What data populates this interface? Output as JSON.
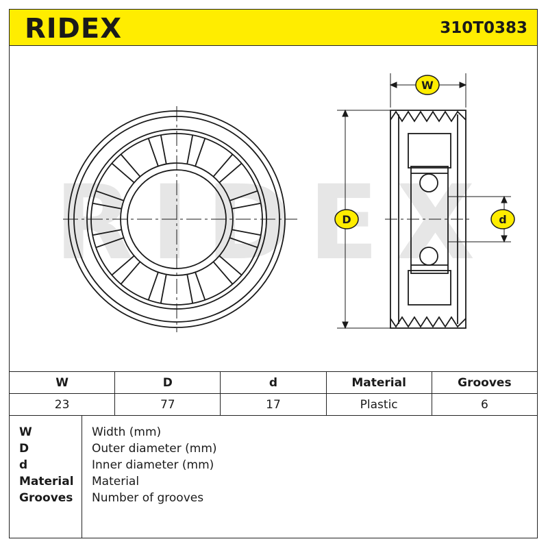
{
  "header": {
    "brand": "RIDEX",
    "part_number": "310T0383",
    "background_color": "#ffed00"
  },
  "drawing": {
    "watermark": "RIDEX",
    "labels": {
      "width": "W",
      "outer_diameter": "D",
      "inner_diameter": "d"
    }
  },
  "specs": {
    "headers": [
      "W",
      "D",
      "d",
      "Material",
      "Grooves"
    ],
    "values": [
      "23",
      "77",
      "17",
      "Plastic",
      "6"
    ]
  },
  "legend": [
    {
      "key": "W",
      "desc": "Width (mm)"
    },
    {
      "key": "D",
      "desc": "Outer diameter (mm)"
    },
    {
      "key": "d",
      "desc": "Inner diameter (mm)"
    },
    {
      "key": "Material",
      "desc": "Material"
    },
    {
      "key": "Grooves",
      "desc": "Number of grooves"
    }
  ],
  "colors": {
    "accent": "#ffed00",
    "line": "#1a1a1a",
    "watermark": "#e6e6e6"
  }
}
